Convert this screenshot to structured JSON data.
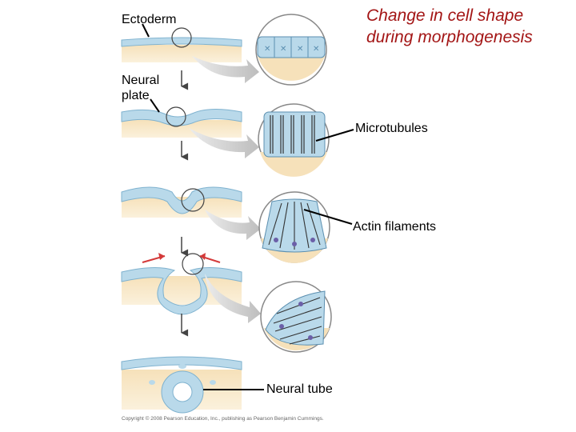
{
  "title": {
    "line1": "Change in cell shape",
    "line2": "during morphogenesis",
    "color": "#a31515"
  },
  "labels": {
    "ectoderm": "Ectoderm",
    "neural_plate_line1": "Neural",
    "neural_plate_line2": "plate",
    "microtubules": "Microtubules",
    "actin_filaments": "Actin filaments",
    "neural_tube": "Neural tube"
  },
  "copyright": "Copyright © 2008 Pearson Education, Inc., publishing as Pearson Benjamin Cummings.",
  "colors": {
    "tissue": "#b9d9ea",
    "tissue_edge": "#7fb2cf",
    "cell_line": "#5b8fb0",
    "mesoderm": "#f4dcb0",
    "arrow_gray": "#c8c8c8",
    "stage_arrow": "#444444",
    "fold_arrow": "#d43a3a",
    "nucleus": "#6b5fa8"
  }
}
